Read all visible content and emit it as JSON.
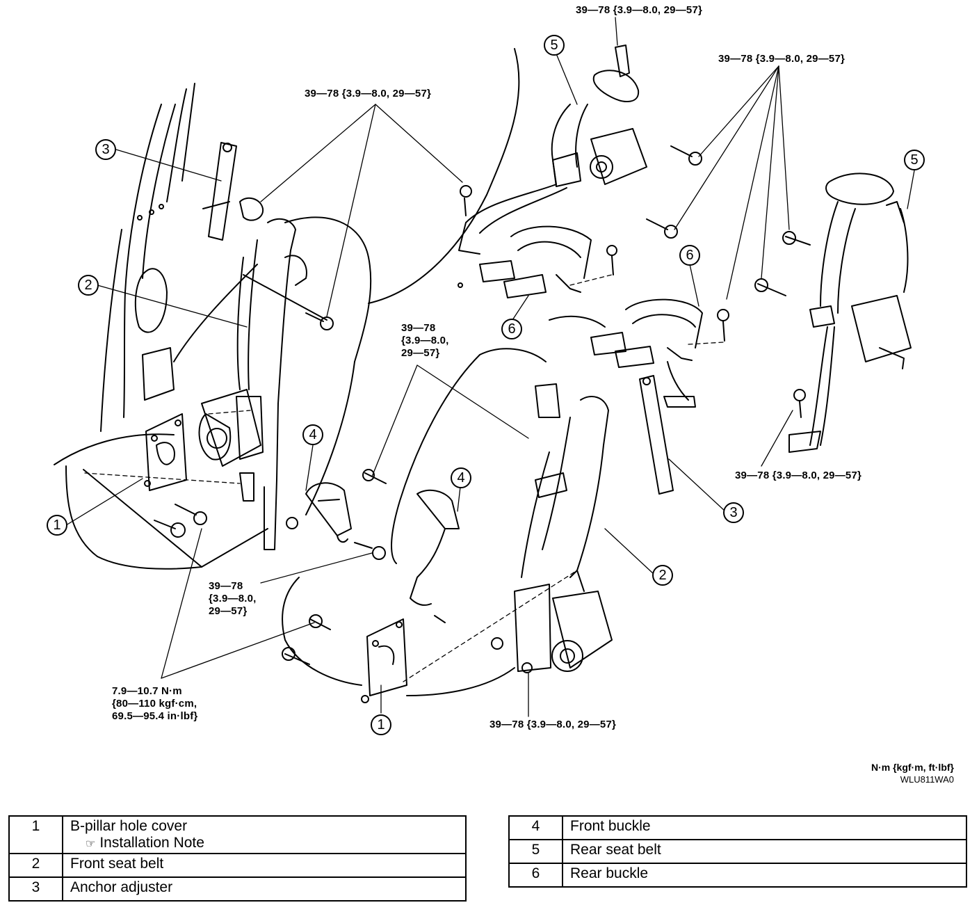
{
  "torque_labels": {
    "top_center": "39—78 {3.9—8.0, 29—57}",
    "top_right": "39—78 {3.9—8.0, 29—57}",
    "upper_left": "39—78 {3.9—8.0, 29—57}",
    "middle_stack": "39—78\n{3.9—8.0,\n29—57}",
    "left_stack": "39—78\n{3.9—8.0,\n29—57}",
    "right_lower": "39—78 {3.9—8.0, 29—57}",
    "bottom_center": "39—78 {3.9—8.0, 29—57}",
    "small_torque": "7.9—10.7 N·m\n{80—110 kgf·cm,\n69.5—95.4 in·lbf}"
  },
  "callouts": {
    "c1a": "1",
    "c1b": "1",
    "c2a": "2",
    "c2b": "2",
    "c3a": "3",
    "c3b": "3",
    "c4a": "4",
    "c4b": "4",
    "c5a": "5",
    "c5b": "5",
    "c6a": "6",
    "c6b": "6"
  },
  "unit_note": "N·m {kgf·m, ft·lbf}",
  "figure_code": "WLU811WA0",
  "parts_left": [
    {
      "num": "1",
      "name": "B-pillar hole cover",
      "note": "Installation Note",
      "note_icon": "pointing-hand-icon"
    },
    {
      "num": "2",
      "name": "Front seat belt"
    },
    {
      "num": "3",
      "name": "Anchor adjuster"
    }
  ],
  "parts_right": [
    {
      "num": "4",
      "name": "Front buckle"
    },
    {
      "num": "5",
      "name": "Rear seat belt"
    },
    {
      "num": "6",
      "name": "Rear buckle"
    }
  ]
}
